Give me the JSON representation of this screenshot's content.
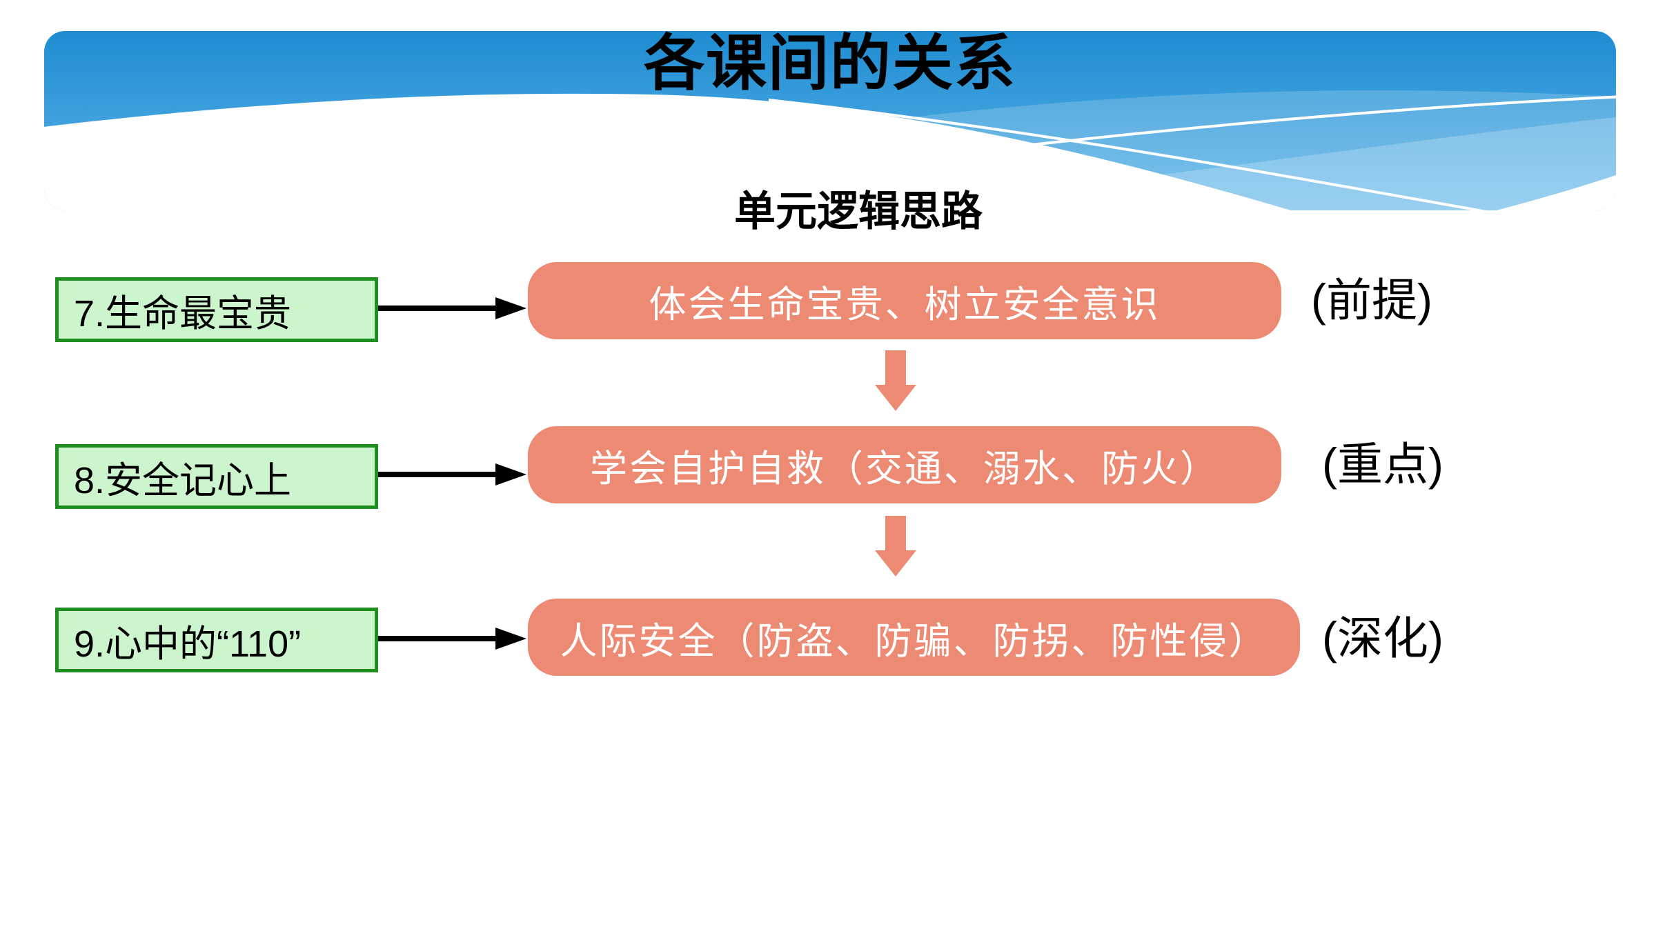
{
  "slide": {
    "title": "各课间的关系",
    "subtitle": "单元逻辑思路"
  },
  "flow": {
    "rows": [
      {
        "lesson": "7.生命最宝贵",
        "theme": "体会生命宝贵、树立安全意识",
        "role": "(前提)"
      },
      {
        "lesson": "8.安全记心上",
        "theme": "学会自护自救（交通、溺水、防火）",
        "role": "(重点)"
      },
      {
        "lesson": "9.心中的“110”",
        "theme": "人际安全（防盗、防骗、防拐、防性侵）",
        "role": "(深化)"
      }
    ]
  },
  "colors": {
    "banner_blue_top": "#1E8CD2",
    "banner_blue_bottom": "#60B6E8",
    "green_fill": "#CDF5CD",
    "green_border": "#1E8E1E",
    "salmon": "#EC8A73",
    "text_black": "#000000",
    "text_white": "#FFFFFF"
  }
}
